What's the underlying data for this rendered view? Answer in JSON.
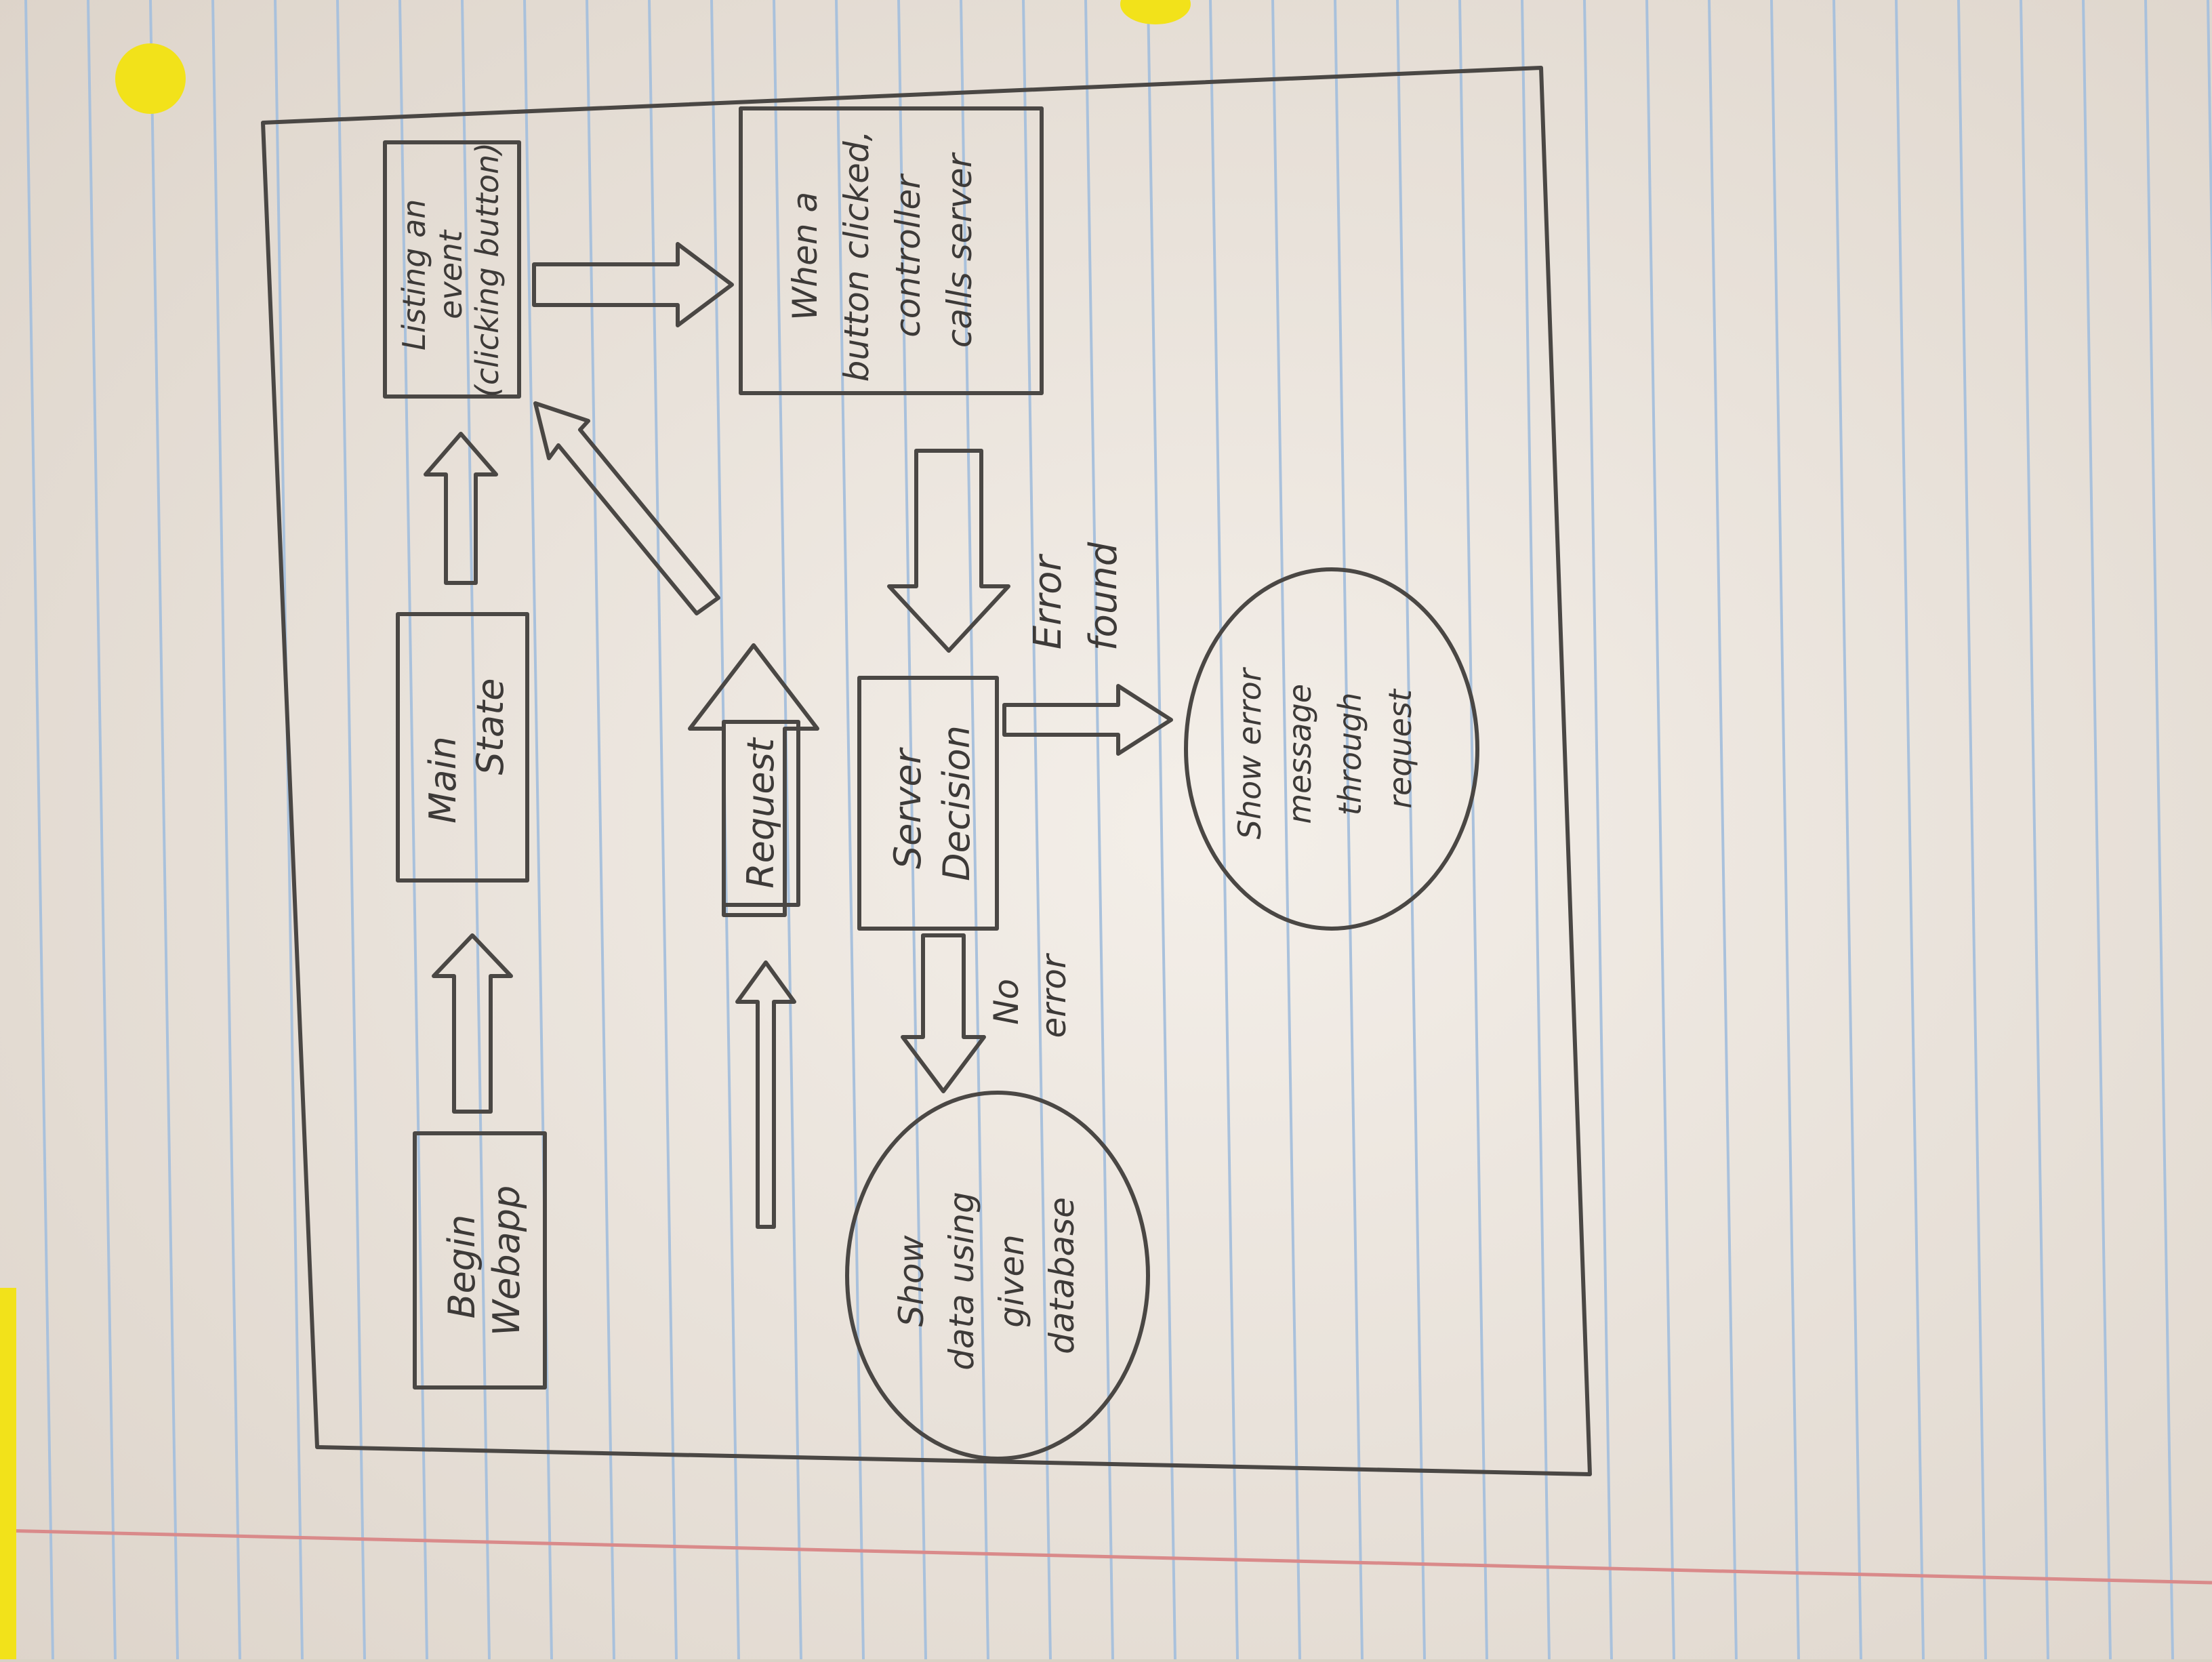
{
  "colors": {
    "paper": "#efe9e2",
    "ruled_line": "#a9c1dc",
    "margin_line": "#d98a8a",
    "pencil": "#4a4744",
    "hole_reinforcement": "#f2e21a"
  },
  "nodes": {
    "begin": {
      "shape": "rectangle",
      "lines": [
        "Begin",
        "Webapp"
      ]
    },
    "main": {
      "shape": "rectangle",
      "lines": [
        "Main",
        "State"
      ]
    },
    "listing": {
      "shape": "rectangle",
      "lines": [
        "Listing an",
        "event",
        "(clicking button)"
      ]
    },
    "controller": {
      "shape": "rectangle",
      "lines": [
        "When a",
        "button clicked,",
        "controller",
        "calls server"
      ]
    },
    "request": {
      "shape": "rectangle",
      "lines": [
        "Request"
      ]
    },
    "decision": {
      "shape": "rectangle",
      "lines": [
        "Server",
        "Decision"
      ]
    },
    "show_data": {
      "shape": "ellipse",
      "lines": [
        "Show",
        "data using",
        "given",
        "database"
      ]
    },
    "show_error": {
      "shape": "ellipse",
      "lines": [
        "Show error",
        "message",
        "through",
        "request"
      ]
    }
  },
  "edge_labels": {
    "error_found": [
      "Error",
      "found"
    ],
    "no_error": [
      "No",
      "error"
    ]
  },
  "edges": [
    {
      "from": "begin",
      "to": "main"
    },
    {
      "from": "main",
      "to": "listing"
    },
    {
      "from": "listing",
      "to": "controller"
    },
    {
      "from": "controller",
      "to": "decision"
    },
    {
      "from": "decision",
      "to": "show_error",
      "label": "error_found"
    },
    {
      "from": "decision",
      "to": "show_data",
      "label": "no_error"
    },
    {
      "from": "show_data",
      "to": "request"
    },
    {
      "from": "request",
      "to": "listing"
    }
  ]
}
